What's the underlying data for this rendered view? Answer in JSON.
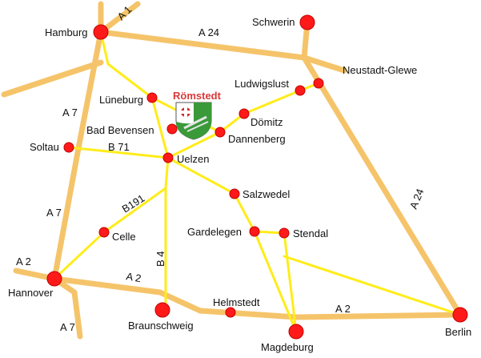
{
  "colors": {
    "motorway": "#f5c46a",
    "local_road": "#ffec1a",
    "city_dot": "#ff1a1a",
    "city_dot_stroke": "#c00000",
    "title": "#d83a3a",
    "crest_green": "#3a9a3a",
    "crest_red": "#d12a2a"
  },
  "title": "Römstedt",
  "crest_icon": "roemstedt-coat-of-arms-icon",
  "cities": {
    "hamburg": "Hamburg",
    "schwerin": "Schwerin",
    "neustadt_glewe": "Neustadt-Glewe",
    "ludwigslust": "Ludwigslust",
    "lueneburg": "Lüneburg",
    "bad_bevensen": "Bad Bevensen",
    "doemitz": "Dömitz",
    "dannenberg": "Dannenberg",
    "soltau": "Soltau",
    "uelzen": "Uelzen",
    "salzwedel": "Salzwedel",
    "celle": "Celle",
    "gardelegen": "Gardelegen",
    "stendal": "Stendal",
    "hannover": "Hannover",
    "braunschweig": "Braunschweig",
    "helmstedt": "Helmstedt",
    "magdeburg": "Magdeburg",
    "berlin": "Berlin"
  },
  "roads": {
    "a1": "A 1",
    "a24_top": "A 24",
    "a24_right": "A 24",
    "a7_upper": "A 7",
    "a7_middle": "A 7",
    "a7_lower": "A 7",
    "a2_left": "A 2",
    "a2_middle": "A 2",
    "a2_right": "A 2",
    "b71": "B 71",
    "b191": "B191",
    "b4": "B 4"
  }
}
